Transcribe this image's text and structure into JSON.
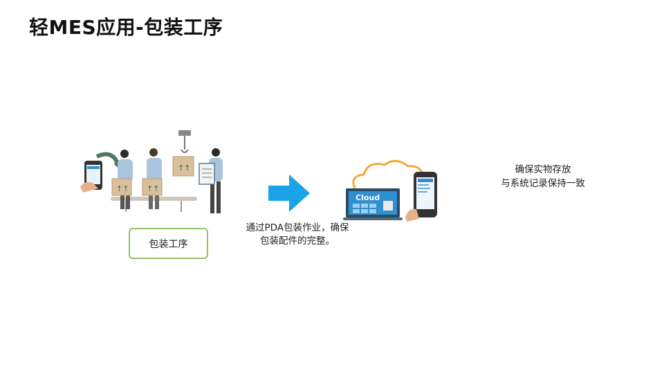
{
  "title": "轻MES应用-包装工序",
  "step": {
    "label": "包装工序"
  },
  "description": {
    "line1": "通过PDA包装作业，确保",
    "line2": "包装配件的完整。"
  },
  "cloud": {
    "label": "Cloud"
  },
  "result": {
    "line1": "确保实物存放",
    "line2": "与系统记录保持一致"
  },
  "colors": {
    "accent_arrow": "#1aa3e8",
    "step_border": "#92c06a",
    "cloud_orange": "#f3a93c",
    "screen_blue": "#2f8fcf"
  }
}
